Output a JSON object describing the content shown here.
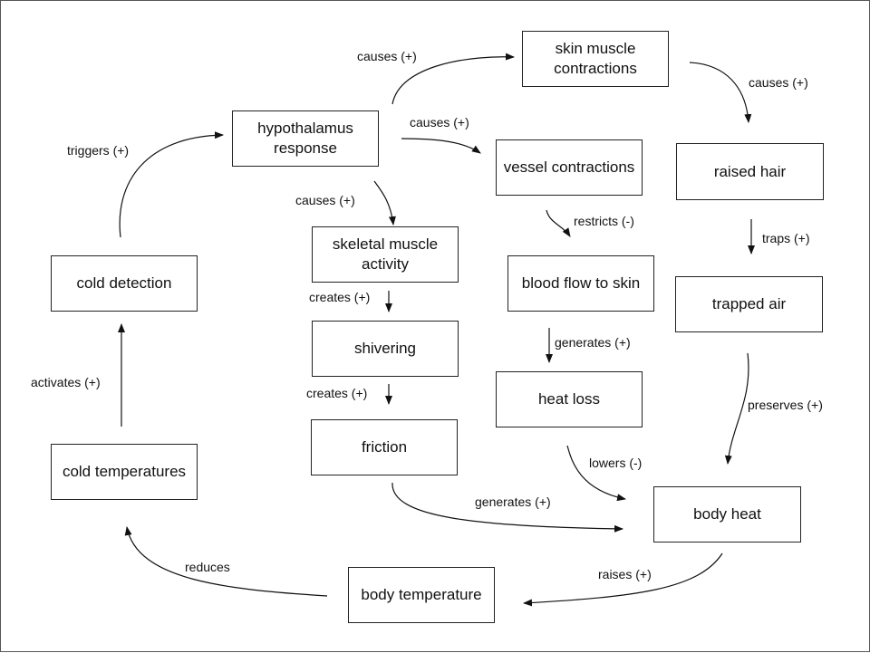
{
  "nodes": {
    "skin_muscle": "skin muscle contractions",
    "hypothalamus": "hypothalamus response",
    "vessel": "vessel contractions",
    "raised_hair": "raised hair",
    "skeletal": "skeletal muscle activity",
    "blood_flow": "blood flow to skin",
    "trapped_air": "trapped air",
    "cold_detection": "cold detection",
    "shivering": "shivering",
    "heat_loss": "heat loss",
    "friction": "friction",
    "cold_temps": "cold temperatures",
    "body_heat": "body heat",
    "body_temp": "body temperature"
  },
  "edges": {
    "hyp_skin": "causes (+)",
    "skin_hair": "causes (+)",
    "hyp_vessel": "causes (+)",
    "cold_hyp": "triggers (+)",
    "hyp_skeletal": "causes (+)",
    "vessel_blood": "restricts (-)",
    "hair_air": "traps (+)",
    "skeletal_shiv": "creates (+)",
    "blood_heatloss": "generates (+)",
    "temps_detect": "activates (+)",
    "shiv_friction": "creates (+)",
    "air_bodyheat": "preserves (+)",
    "heatloss_bodyheat": "lowers (-)",
    "friction_bodyheat": "generates (+)",
    "bodyheat_temp": "raises (+)",
    "temp_coldtemps": "reduces"
  }
}
